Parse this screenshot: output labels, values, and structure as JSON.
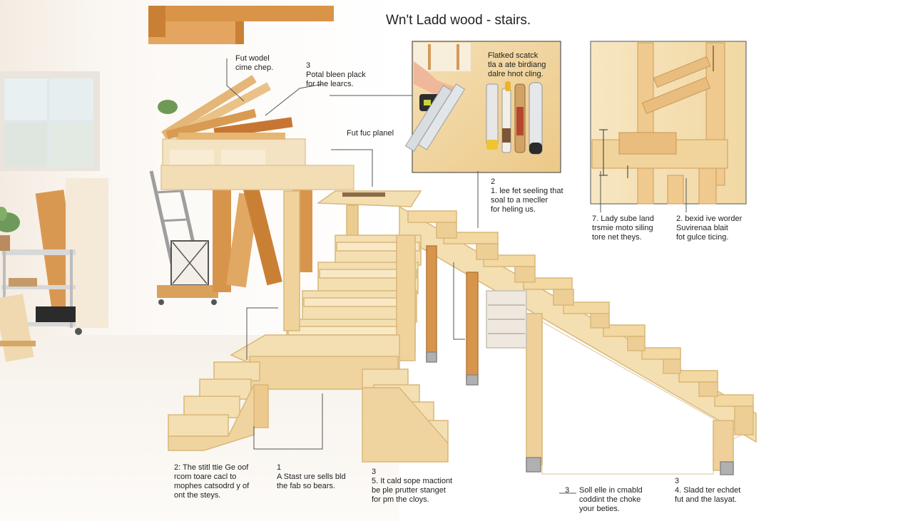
{
  "title": "Wn't Ladd wood - stairs.",
  "colors": {
    "wood_light": "#f3ddae",
    "wood_mid": "#e9c68a",
    "wood_dark": "#c98f47",
    "beam": "#d68a3c",
    "line": "#444444",
    "wall": "#f7f3ee"
  },
  "icons": [
    "tape-measure-icon",
    "pencil-icon",
    "chisel-icon",
    "level-icon",
    "saw-icon",
    "plant-icon"
  ],
  "labels": {
    "top_left": [
      "Fut wodel",
      "cime chep."
    ],
    "top_mid_num": "3",
    "top_mid": [
      "Potal bleen plack",
      "for the learcs."
    ],
    "mid_center": [
      "Fut fuc planel"
    ],
    "tools_panel": [
      "Flatked scatck",
      "tla a ate birdiang",
      "dalre hnot cling."
    ],
    "right_num": "2",
    "right_mid": [
      "1. lee fet seeling that",
      "soal to a mecller",
      "for heling us."
    ],
    "detail_left": [
      "7. Lady sube land",
      "trsmie moto siling",
      "tore net theys."
    ],
    "detail_right": [
      "2. bexid ive worder",
      "Suvirenaa blait",
      "fot gulce ticing."
    ],
    "bottom_left": [
      "2: The stitl ttie Ge oof",
      "rcom toare cacl to",
      "mophes catsodrd y of",
      "ont the steys."
    ],
    "bottom_mid_num": "1",
    "bottom_mid": [
      "A Stast ure sells bld",
      "the fab so bears."
    ],
    "bottom_mid2_num": "3",
    "bottom_mid2": [
      "5. It cald sope mactiont",
      "be ple prutter stanget",
      "for pm the cloys."
    ],
    "bottom_right_num": "3",
    "bottom_right": [
      "Soll elle in cmabld",
      "coddint the choke",
      "your beties."
    ],
    "bottom_far_num": "3",
    "bottom_far": [
      "4. Sladd ter echdet",
      "fut and the lasyat."
    ]
  }
}
